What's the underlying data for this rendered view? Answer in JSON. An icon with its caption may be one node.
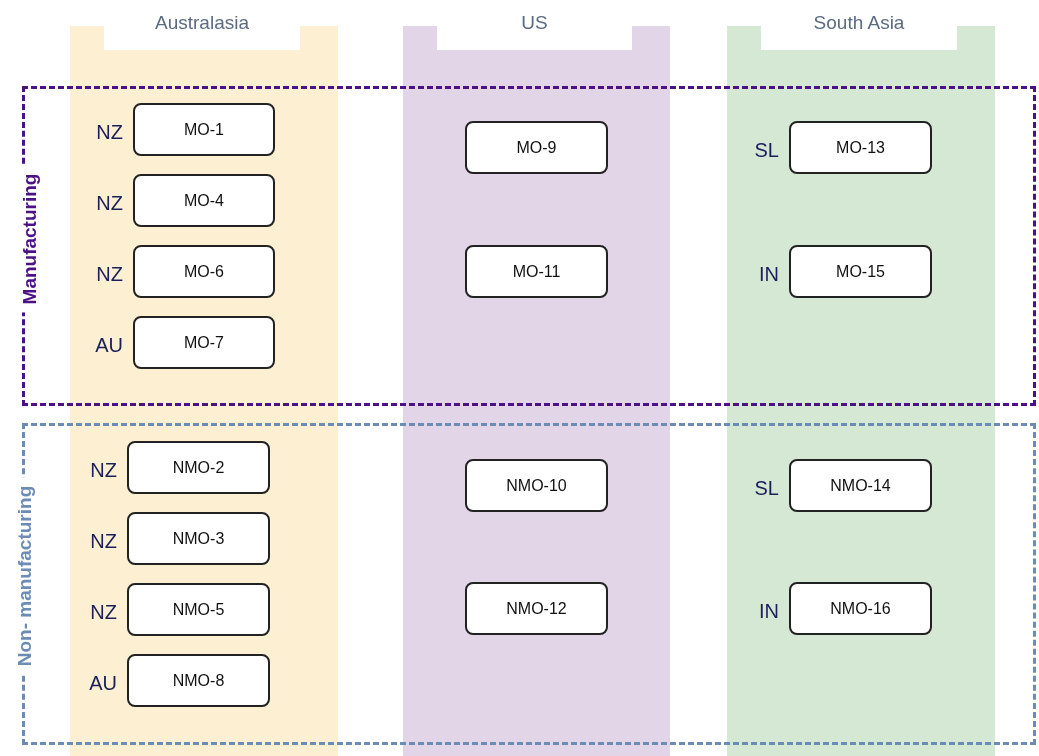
{
  "diagram": {
    "nodes": [
      {
        "text": [
          "Australasia"
        ]
      },
      {
        "text": [
          "US"
        ]
      },
      {
        "text": [
          "South Asia"
        ]
      },
      {
        "text": [
          "Manufacturing"
        ]
      },
      {
        "text": [
          "Non- manufacturing"
        ]
      },
      {
        "text": [
          "MO-1"
        ],
        "beside": [
          "NZ"
        ]
      },
      {
        "text": [
          "MO-9"
        ]
      },
      {
        "text": [
          "MO-13"
        ],
        "beside": [
          "SL"
        ]
      },
      {
        "text": [
          "MO-4"
        ],
        "beside": [
          "NZ"
        ]
      },
      {
        "text": [
          "MO-6"
        ],
        "beside": [
          "NZ"
        ]
      },
      {
        "text": [
          "MO-11"
        ]
      },
      {
        "text": [
          "MO-15"
        ],
        "beside": [
          "IN"
        ]
      },
      {
        "text": [
          "MO-7"
        ],
        "beside": [
          "AU"
        ]
      },
      {
        "text": [
          "NMO-2"
        ],
        "beside": [
          "NZ"
        ]
      },
      {
        "text": [
          "NMO-10"
        ]
      },
      {
        "text": [
          "NMO-14"
        ],
        "beside": [
          "SL"
        ]
      },
      {
        "text": [
          "NMO-3"
        ],
        "beside": [
          "NZ"
        ]
      },
      {
        "text": [
          "NMO-5"
        ],
        "beside": [
          "NZ"
        ]
      },
      {
        "text": [
          "NMO-12"
        ]
      },
      {
        "text": [
          "NMO-16"
        ],
        "beside": [
          "IN"
        ]
      },
      {
        "text": [
          "NMO-8"
        ],
        "beside": [
          "AU"
        ]
      }
    ]
  }
}
